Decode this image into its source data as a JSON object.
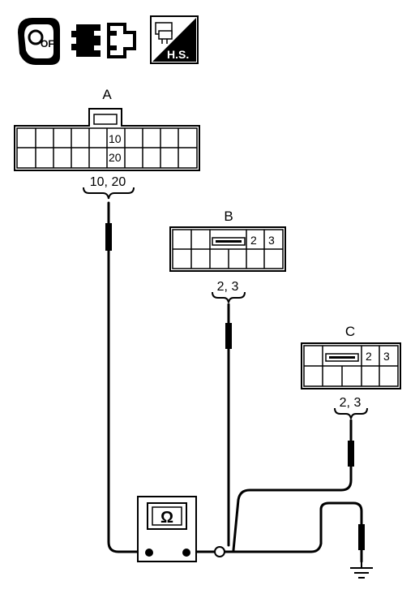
{
  "icons": {
    "ignition_key": {
      "name": "ignition-key-off-icon",
      "text": "OFF"
    },
    "connector_disconnect": {
      "name": "connector-disconnect-icon"
    },
    "harness_side": {
      "name": "harness-side-icon",
      "text": "H.S."
    }
  },
  "connectors": {
    "a": {
      "label": "A",
      "pins": [
        "10",
        "20"
      ],
      "terminals": "10, 20"
    },
    "b": {
      "label": "B",
      "pins": [
        "2",
        "3"
      ],
      "terminals": "2, 3"
    },
    "c": {
      "label": "C",
      "pins": [
        "2",
        "3"
      ],
      "terminals": "2, 3"
    }
  },
  "meter": {
    "symbol": "Ω",
    "name": "ohmmeter"
  },
  "ground": {
    "name": "ground-symbol"
  }
}
